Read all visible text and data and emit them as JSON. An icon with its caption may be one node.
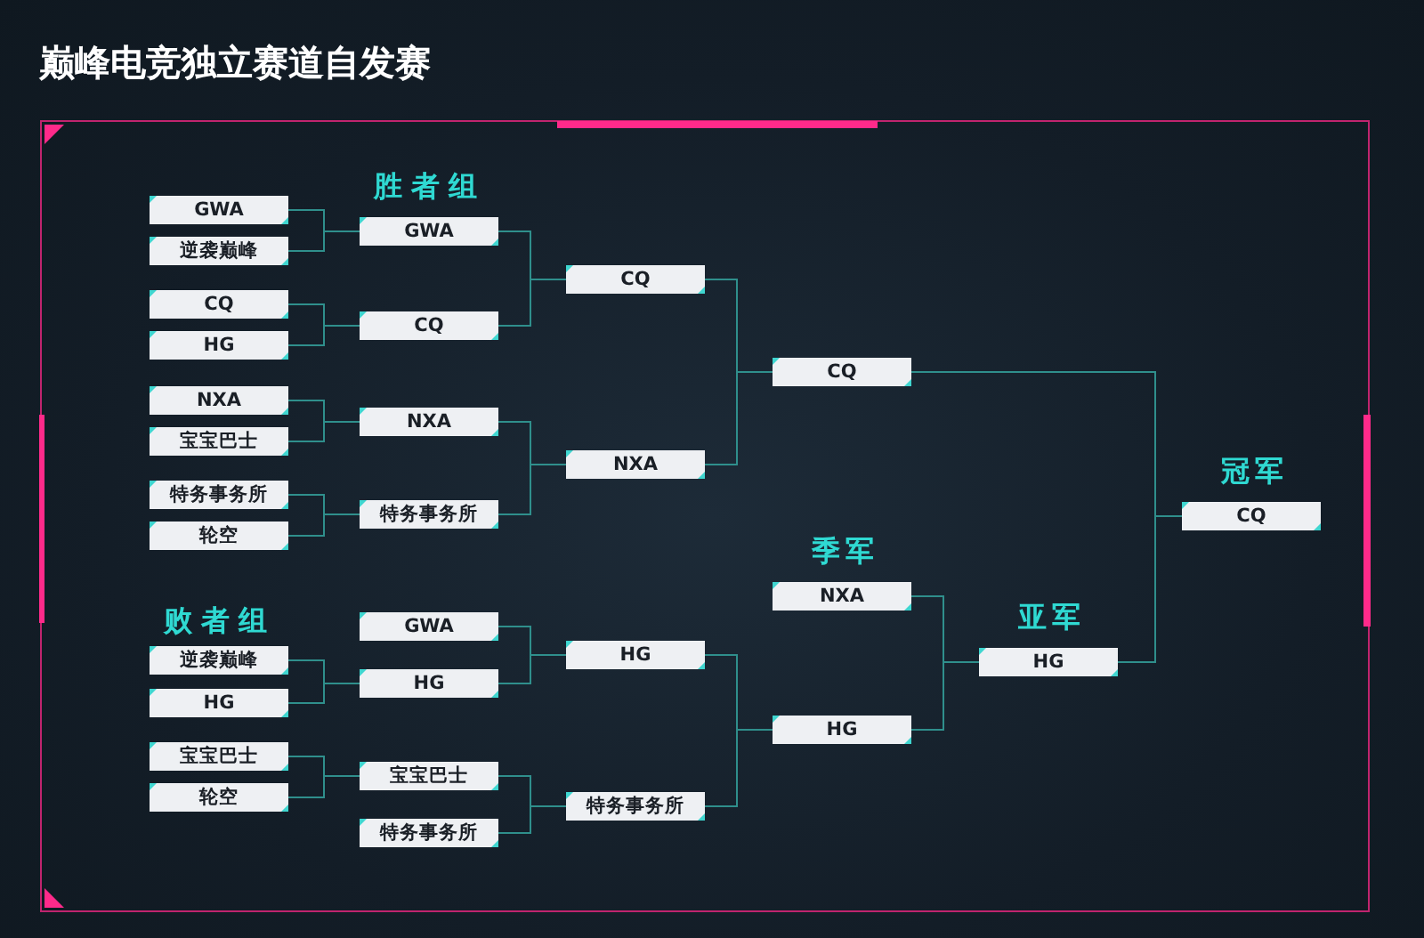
{
  "diagram": {
    "title": "巅峰电竞独立赛道自发赛",
    "nodes": [
      {
        "text": [
          "GWA"
        ]
      },
      {
        "text": [
          "逆袭巅峰"
        ]
      },
      {
        "text": [
          "CQ"
        ]
      },
      {
        "text": [
          "HG"
        ]
      },
      {
        "text": [
          "NXA"
        ]
      },
      {
        "text": [
          "宝宝巴士"
        ]
      },
      {
        "text": [
          "特务事务所"
        ]
      },
      {
        "text": [
          "轮空"
        ]
      },
      {
        "text": [
          "GWA"
        ]
      },
      {
        "text": [
          "CQ"
        ]
      },
      {
        "text": [
          "NXA"
        ]
      },
      {
        "text": [
          "特务事务所"
        ]
      },
      {
        "text": [
          "CQ"
        ]
      },
      {
        "text": [
          "NXA"
        ]
      },
      {
        "text": [
          "CQ"
        ]
      },
      {
        "text": [
          "CQ"
        ],
        "beside": [
          "冠军"
        ]
      },
      {
        "text": [
          "逆袭巅峰"
        ]
      },
      {
        "text": [
          "HG"
        ]
      },
      {
        "text": [
          "宝宝巴士"
        ]
      },
      {
        "text": [
          "轮空"
        ]
      },
      {
        "text": [
          "GWA"
        ]
      },
      {
        "text": [
          "HG"
        ]
      },
      {
        "text": [
          "宝宝巴士"
        ]
      },
      {
        "text": [
          "特务事务所"
        ]
      },
      {
        "text": [
          "HG"
        ]
      },
      {
        "text": [
          "特务事务所"
        ]
      },
      {
        "text": [
          "HG"
        ]
      },
      {
        "text": [
          "NXA"
        ],
        "beside": [
          "季军"
        ]
      },
      {
        "text": [
          "HG"
        ],
        "beside": [
          "亚军"
        ]
      }
    ],
    "edges": [
      {
        "from": 0,
        "to": 8,
        "arrow": "none"
      },
      {
        "from": 1,
        "to": 8,
        "arrow": "none"
      },
      {
        "from": 2,
        "to": 9,
        "arrow": "none"
      },
      {
        "from": 3,
        "to": 9,
        "arrow": "none"
      },
      {
        "from": 4,
        "to": 10,
        "arrow": "none"
      },
      {
        "from": 5,
        "to": 10,
        "arrow": "none"
      },
      {
        "from": 6,
        "to": 11,
        "arrow": "none"
      },
      {
        "from": 7,
        "to": 11,
        "arrow": "none"
      },
      {
        "from": 8,
        "to": 12,
        "arrow": "none"
      },
      {
        "from": 9,
        "to": 12,
        "arrow": "none"
      },
      {
        "from": 10,
        "to": 13,
        "arrow": "none"
      },
      {
        "from": 11,
        "to": 13,
        "arrow": "none"
      },
      {
        "from": 12,
        "to": 14,
        "arrow": "none"
      },
      {
        "from": 13,
        "to": 14,
        "arrow": "none"
      },
      {
        "from": 14,
        "to": 15,
        "arrow": "none"
      },
      {
        "from": 28,
        "to": 15,
        "arrow": "none"
      },
      {
        "from": 16,
        "to": 21,
        "arrow": "none"
      },
      {
        "from": 17,
        "to": 21,
        "arrow": "none"
      },
      {
        "from": 18,
        "to": 22,
        "arrow": "none"
      },
      {
        "from": 19,
        "to": 22,
        "arrow": "none"
      },
      {
        "from": 20,
        "to": 24,
        "arrow": "none"
      },
      {
        "from": 21,
        "to": 24,
        "arrow": "none"
      },
      {
        "from": 22,
        "to": 25,
        "arrow": "none"
      },
      {
        "from": 23,
        "to": 25,
        "arrow": "none"
      },
      {
        "from": 24,
        "to": 26,
        "arrow": "none"
      },
      {
        "from": 25,
        "to": 26,
        "arrow": "none"
      },
      {
        "from": 27,
        "to": 28,
        "arrow": "none"
      },
      {
        "from": 26,
        "to": 28,
        "arrow": "none"
      }
    ],
    "labels": [
      "胜者组",
      "败者组"
    ]
  }
}
